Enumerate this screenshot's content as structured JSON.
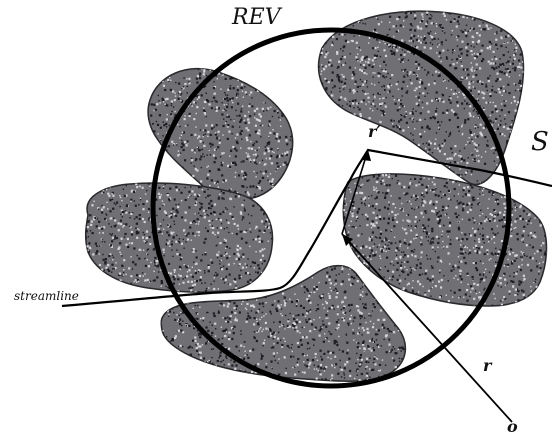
{
  "labels": {
    "rev": "REV",
    "surface": "S",
    "streamline": "streamline",
    "r_prime": "r′",
    "r": "r",
    "origin": "o"
  },
  "colors": {
    "background": "#ffffff",
    "grain_fill": "#6f6f74",
    "grain_stroke": "#2a2a2d",
    "speckle_dark": "#1c1c22",
    "speckle_light": "#d4d4d8",
    "line": "#000000"
  }
}
